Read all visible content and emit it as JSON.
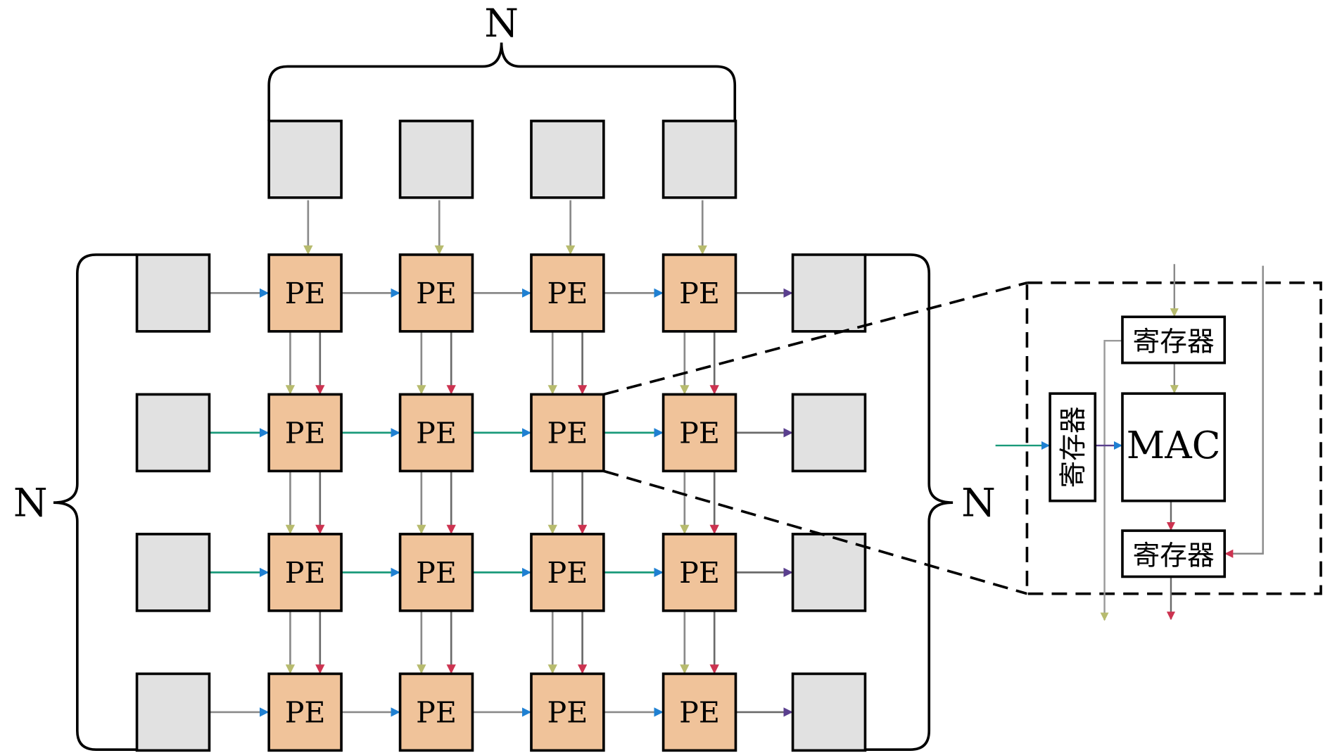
{
  "diagram": {
    "grid_size_label": "N",
    "pe_label": "PE",
    "rows": 4,
    "cols": 4,
    "inset": {
      "register_label": "寄存器",
      "mac_label": "MAC"
    },
    "colors": {
      "buffer_fill": "#e1e1e1",
      "pe_fill": "#f0c39a",
      "weight_arrow": "#b7bb6e",
      "partial_sum_arrow": "#cc3350",
      "input_arrow": "#1f80d2",
      "input_line_teal": "#1a9a7a",
      "output_arrow": "#5a3f8e",
      "line_gray": "#8a8a8a"
    }
  }
}
